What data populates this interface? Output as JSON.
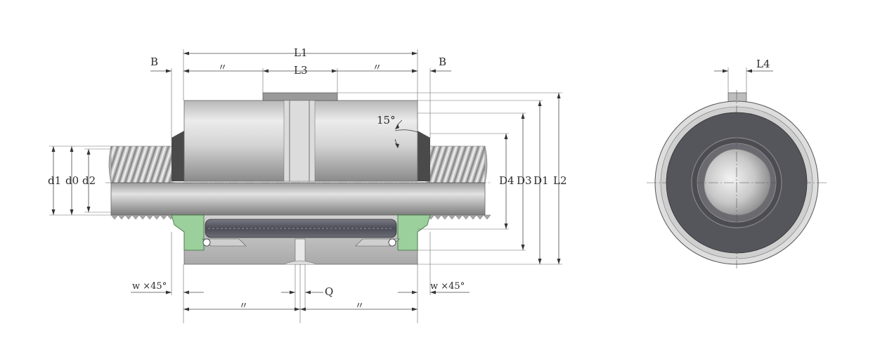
{
  "labels": {
    "L1": "L1",
    "L2": "L2",
    "L3": "L3",
    "L4": "L4",
    "B_left": "B",
    "B_right": "B",
    "D1": "D1",
    "D3": "D3",
    "D4": "D4",
    "d0": "d0",
    "d1": "d1",
    "d2": "d2",
    "angle": "15°",
    "Q": "Q",
    "chamfer_left": "w ×45°",
    "chamfer_right": "w ×45°",
    "ditto_1": "〃",
    "ditto_2": "〃",
    "ditto_3": "〃",
    "ditto_4": "〃"
  },
  "colors": {
    "body_light": "#e4e4e4",
    "body_dark": "#8e8e8e",
    "thread": "#b9b9b9",
    "seal_dark": "#4a4a4a",
    "section": "#bfbfbf",
    "section_green": "#9bcf9b",
    "ball_row": "#5d5d68",
    "ring_face": "#55555c"
  }
}
